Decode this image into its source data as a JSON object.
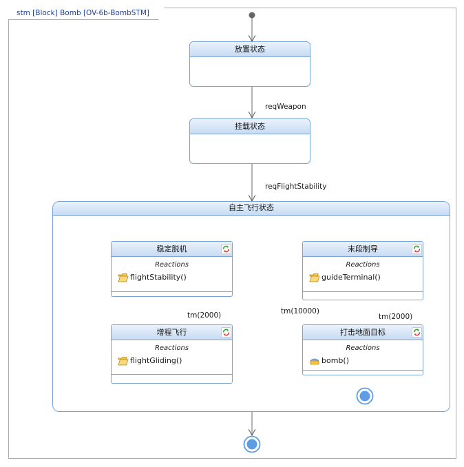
{
  "frame": {
    "title": "stm [Block] Bomb [OV-6b-BombSTM]"
  },
  "states": {
    "placed": {
      "name": "放置状态"
    },
    "mounted": {
      "name": "挂载状态"
    },
    "autonomous": {
      "name": "自主飞行状态"
    },
    "release": {
      "name": "稳定脱机",
      "reactions_label": "Reactions",
      "reaction": "flightStability()"
    },
    "glide": {
      "name": "增程飞行",
      "reactions_label": "Reactions",
      "reaction": "flightGliding()"
    },
    "terminal": {
      "name": "末段制导",
      "reactions_label": "Reactions",
      "reaction": "guideTerminal()"
    },
    "strike": {
      "name": "打击地面目标",
      "reactions_label": "Reactions",
      "reaction": "bomb()"
    }
  },
  "transitions": {
    "placed_to_mounted": "reqWeapon",
    "mounted_to_autonomous": "reqFlightStability",
    "release_to_glide": "tm(2000)",
    "glide_to_terminal": "tm(10000)",
    "terminal_to_strike": "tm(2000)"
  },
  "colors": {
    "state_border": "#7aa3d6",
    "header_fill": "#c7dbf3",
    "final_fill": "#5b9ee6",
    "frame_text": "#1e3f9a"
  }
}
